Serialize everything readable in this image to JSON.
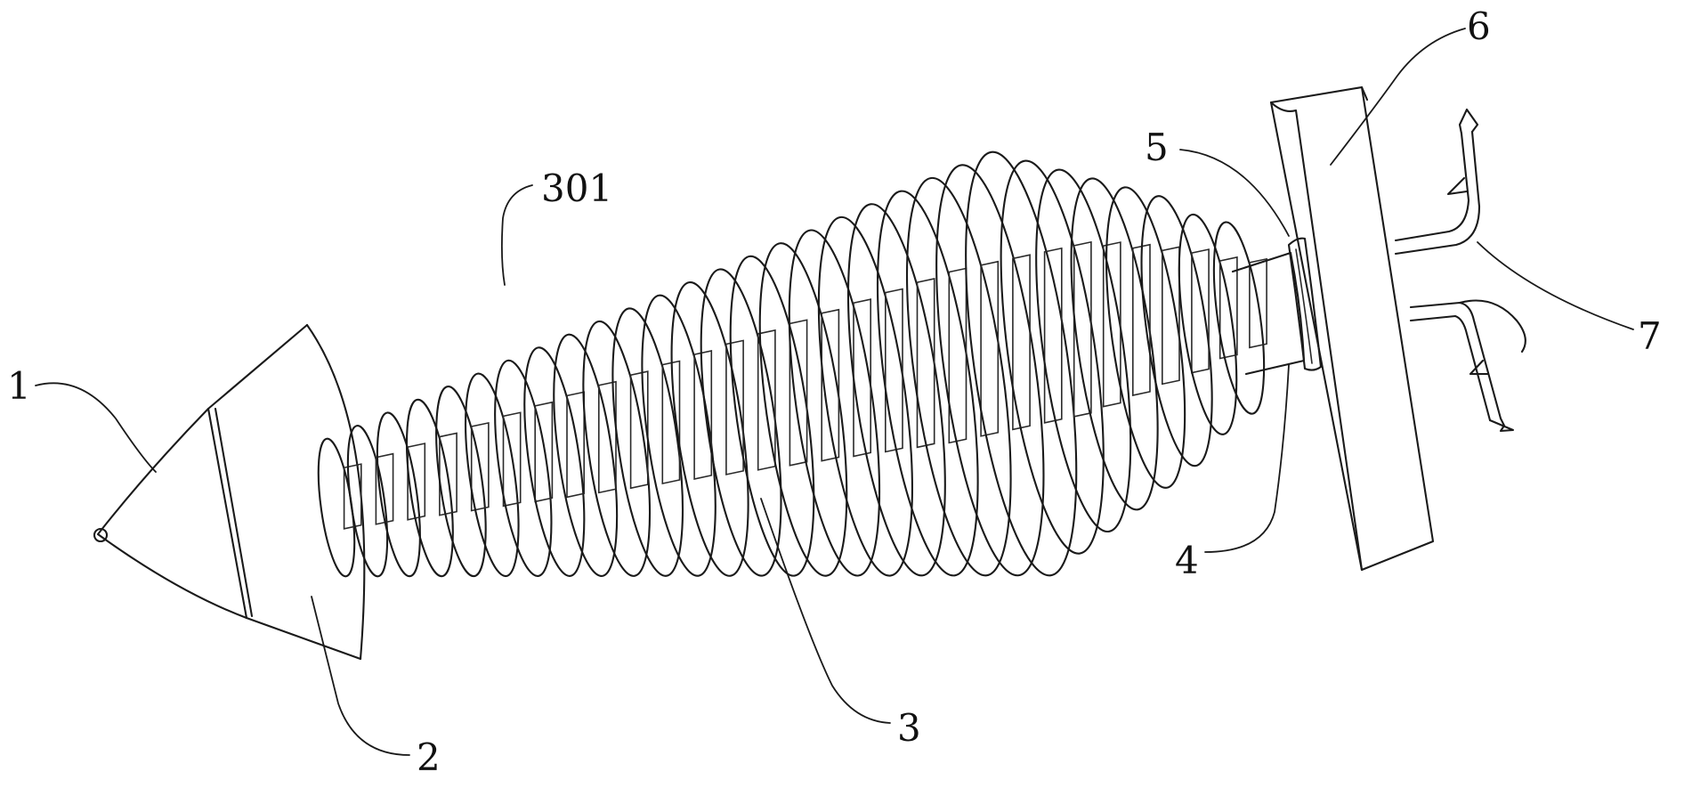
{
  "labels": {
    "cone_tip": "1",
    "cone_body": "2",
    "threaded_body": "3",
    "thread_blade": "301",
    "neck": "4",
    "collar": "5",
    "plate": "6",
    "barbed_hooks": "7"
  }
}
